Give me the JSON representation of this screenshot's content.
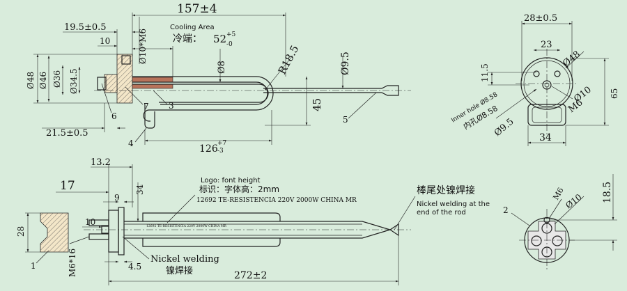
{
  "colors": {
    "background": "#d9ecdc",
    "line": "#222222",
    "hatch": "#f3e6c8",
    "sheath": "#b8735a"
  },
  "top_view": {
    "len_total": "157±4",
    "d_19_5": "19.5±0.5",
    "d_10": "10",
    "d_phi10m6": "Ø10*M6",
    "cooling_area_en": "Cooling Area",
    "cooling_area_cn": "冷端：",
    "cooling_val": "52",
    "cooling_tol_up": "+5",
    "cooling_tol_dn": "-0",
    "d_phi8": "Ø8",
    "r18_5": "R18.5",
    "d_phi9_5": "Ø9.5",
    "d_phi48": "Ø48",
    "d_phi46": "Ø46",
    "d_phi36": "Ø36",
    "d_phi34_5": "Ø34.5",
    "d_45": "45",
    "d_21_5": "21.5±0.5",
    "d_126": "126",
    "d_126_up": "+7",
    "d_126_dn": "-3",
    "p3": "3",
    "p4": "4",
    "p5": "5",
    "p6": "6",
    "p7": "7"
  },
  "side_view": {
    "d_28": "28±0.5",
    "d_23": "23",
    "d_phi48": "Ø48",
    "d_11_5": "11.5",
    "inner_en": "Inner hole Ø8.58",
    "inner_cn": "内孔Ø8.58",
    "d_phi9_5": "Ø9.5",
    "d_phi10": "Ø10",
    "d_m6": "M6",
    "d_65": "65",
    "d_34": "34"
  },
  "bottom_view": {
    "d_13_2": "13.2",
    "d_17": "17",
    "d_9": "9",
    "d_34": "34",
    "logo_en": "Logo: font height",
    "logo_cn": "标识：字体高：2mm",
    "marking": "12692 TE-RESISTENCIA 220V  2000W  CHINA MR",
    "rod_marking": "12692 TE-RESISTENCIA 220V 2000W CHINA MR",
    "weld_rod_cn": "棒尾处镍焊接",
    "weld_rod_en1": "Nickel welding at the",
    "weld_rod_en2": "end of the rod",
    "d_28": "28",
    "d_10": "10",
    "nickel_en": "Nickel welding",
    "nickel_cn": "镍焊接",
    "d_4_5": "4.5",
    "d_m6x16": "M6*16",
    "d_272": "272±2",
    "p1": "1"
  },
  "end_view": {
    "d_18_5": "18.5",
    "d_m6": "M6",
    "d_phi10": "Ø10",
    "p2": "2"
  }
}
